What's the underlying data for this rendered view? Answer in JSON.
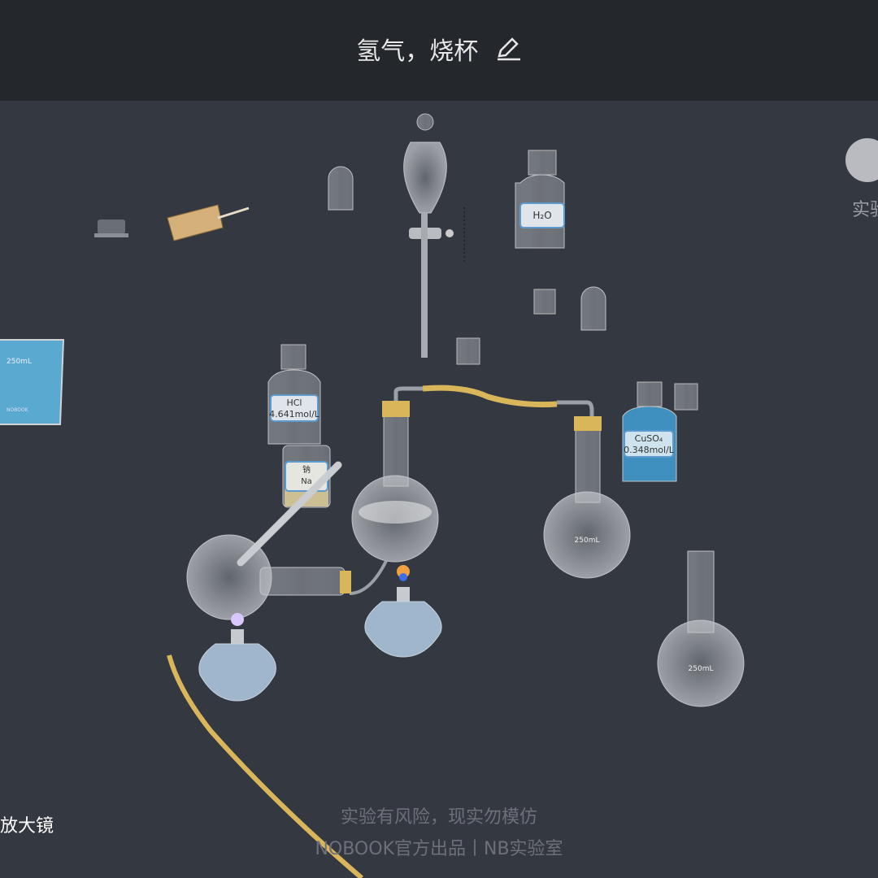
{
  "header": {
    "title": "氢气，烧杯",
    "edit_icon": "pencil-icon"
  },
  "side": {
    "label": "实验"
  },
  "tools": {
    "magnifier": "放大镜"
  },
  "apparatus": {
    "water_bottle": "H₂O",
    "hcl_bottle": {
      "name": "HCl",
      "conc": "4.641mol/L"
    },
    "sodium_jar": {
      "name": "钠",
      "formula": "Na"
    },
    "cuso4_bottle": {
      "name": "CuSO₄",
      "conc": "0.348mol/L"
    },
    "flask_volume": "250mL",
    "beaker": {
      "volume": "250mL",
      "brand": "NOBOOK"
    }
  },
  "footer": {
    "line1": "实验有风险，现实勿模仿",
    "line2": "NOBOOK官方出品丨NB实验室"
  },
  "colors": {
    "topbar": "#24272c",
    "bg": "#343841",
    "tube": "#d9b65a",
    "cuso4": "#3f8fbf"
  }
}
